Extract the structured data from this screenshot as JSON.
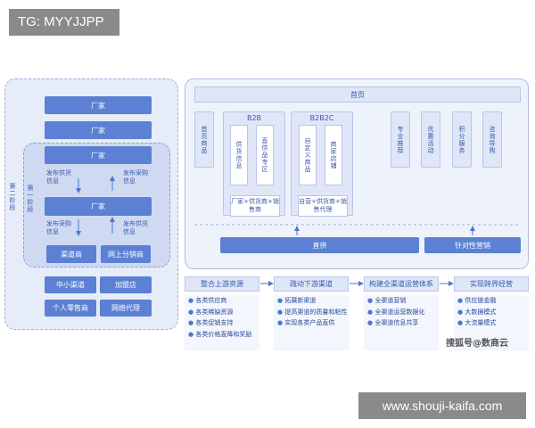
{
  "tags": {
    "top": "TG: MYYJJPP",
    "bottom": "www.shouji-kaifa.com"
  },
  "left": {
    "stage2": "第二阶段",
    "stage1": "第一阶段",
    "factory1": "厂家",
    "factory2": "厂家",
    "factory3": "厂家",
    "factory_center": "厂家",
    "publish_supply_top": "发布供货信息",
    "publish_purchase_top": "发布采购信息",
    "publish_purchase_bottom": "发布采购信息",
    "publish_supply_bottom": "发布供货信息",
    "channel": "渠道商",
    "online_dist": "网上分销商",
    "sme_channel": "中小渠道",
    "franchise": "加盟店",
    "retail": "个人零售商",
    "network_agent": "网络代理"
  },
  "right": {
    "home_bar": "首页",
    "home_products": "首页商品",
    "b2b": "B2B",
    "b2b_supply_info": "供货信息",
    "b2b_zone": "直供品专区",
    "b2b_footer": "厂家+供货商+销售商",
    "b2b2c": "B2B2C",
    "custom_products": "自定义商品",
    "merchant_store": "商家店铺",
    "b2b2c_footer": "自营+供货商+销售代理",
    "pro_recommend": "专业推荐",
    "promotion": "优惠活动",
    "points_service": "积分服务",
    "consult_guide": "咨询导购",
    "direct_supply": "直供",
    "targeted_marketing": "针对性营销"
  },
  "steps": [
    "整合上游资源",
    "疏动下游渠道",
    "构建全渠道运营体系",
    "实现跨界经营"
  ],
  "lists": [
    [
      "各类供应商",
      "各类稀缺资源",
      "各类促销支持",
      "各类价格直降和奖励"
    ],
    [
      "拓展新渠道",
      "提高渠道的质量和粘性",
      "实现各类产品直供"
    ],
    [
      "全渠道营销",
      "全渠道运营数据化",
      "全渠道信息共享"
    ],
    [
      "供应链金融",
      "大数据模式",
      "大流量模式"
    ]
  ],
  "bullet": "●",
  "watermark": "搜狐号@数商云"
}
